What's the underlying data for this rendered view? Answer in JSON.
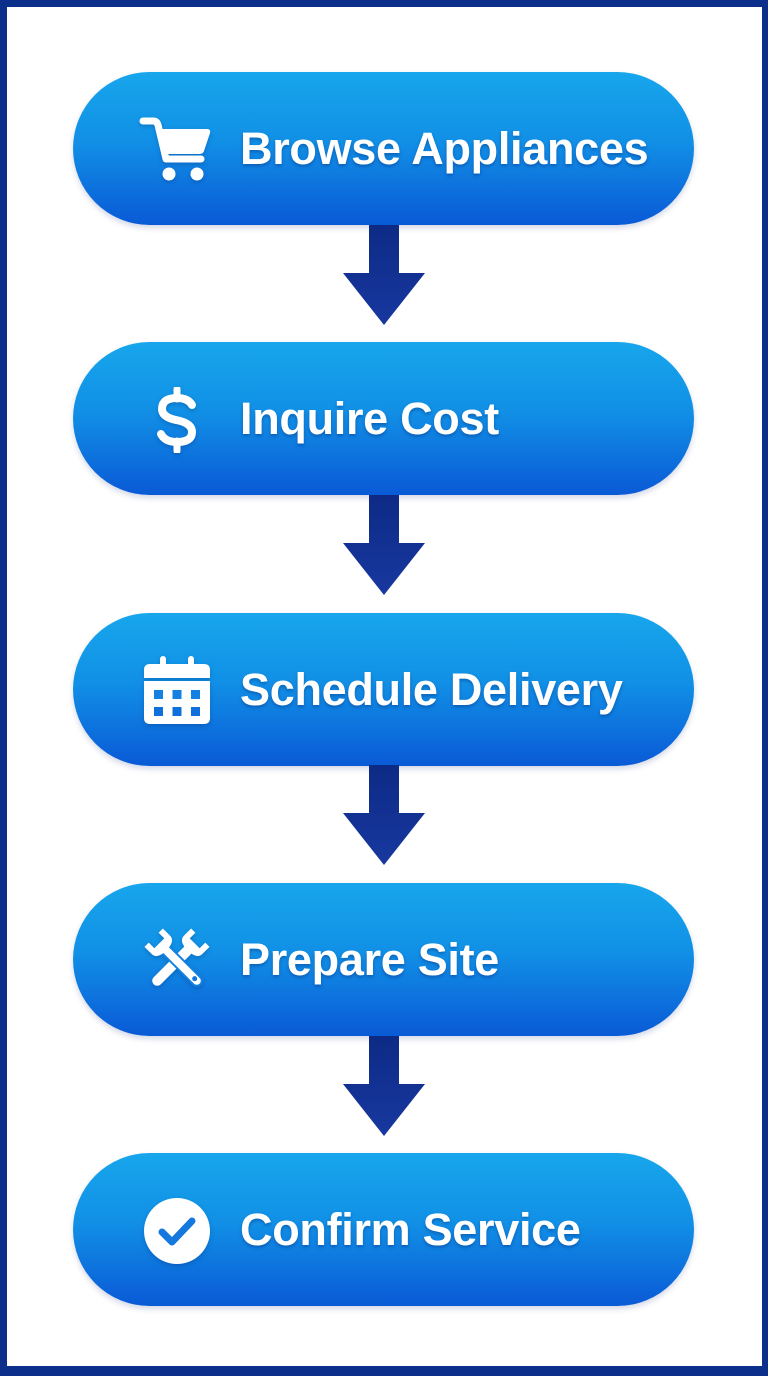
{
  "diagram": {
    "type": "vertical-flowchart",
    "colors": {
      "frame": "#0b2f8a",
      "background": "#ffffff",
      "pill_gradient_top": "#17a6ec",
      "pill_gradient_bottom": "#0a5ad6",
      "arrow": "#0f2f8f",
      "text": "#ffffff"
    },
    "steps": [
      {
        "label": "Browse Appliances",
        "icon": "shopping-cart-icon"
      },
      {
        "label": "Inquire Cost",
        "icon": "dollar-sign-icon"
      },
      {
        "label": "Schedule Delivery",
        "icon": "calendar-icon"
      },
      {
        "label": "Prepare Site",
        "icon": "crossed-wrenches-icon"
      },
      {
        "label": "Confirm Service",
        "icon": "check-circle-icon"
      }
    ],
    "connectors": [
      {
        "from": "Browse Appliances",
        "to": "Inquire Cost",
        "type": "down-arrow"
      },
      {
        "from": "Inquire Cost",
        "to": "Schedule Delivery",
        "type": "down-arrow"
      },
      {
        "from": "Schedule Delivery",
        "to": "Prepare Site",
        "type": "down-arrow"
      },
      {
        "from": "Prepare Site",
        "to": "Confirm Service",
        "type": "down-arrow"
      }
    ]
  }
}
